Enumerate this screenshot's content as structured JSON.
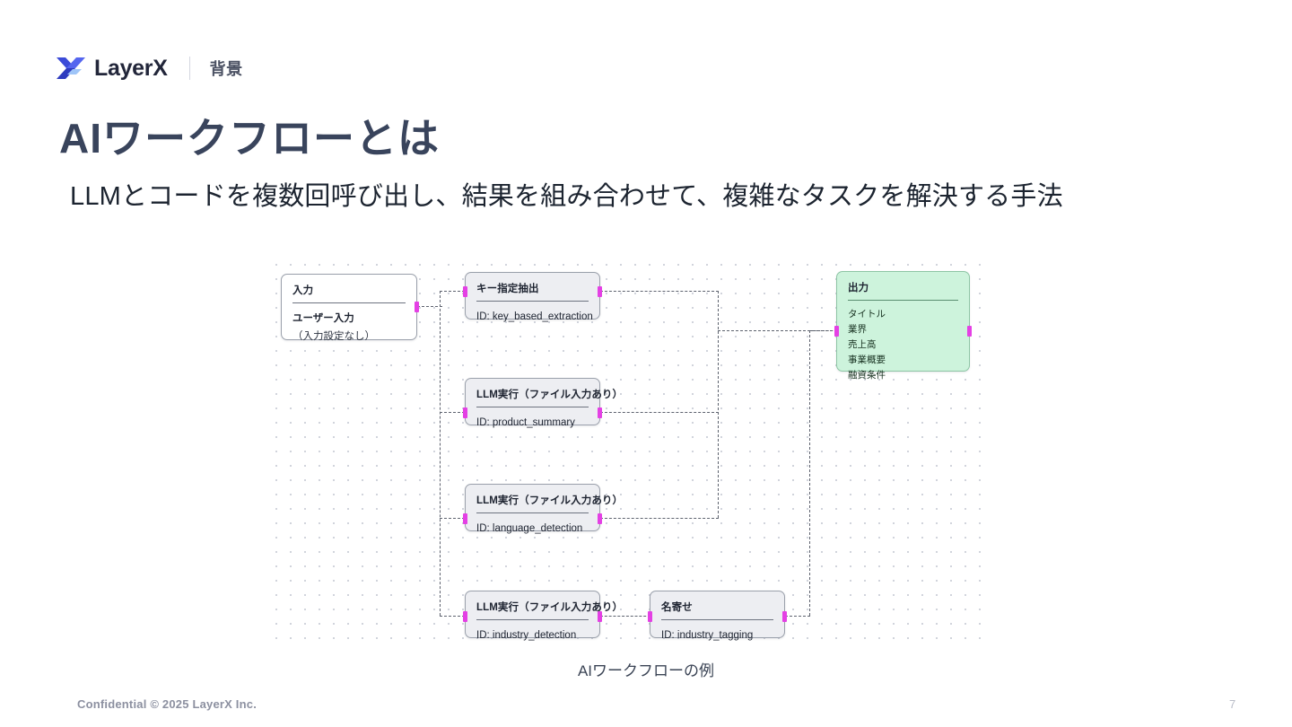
{
  "header": {
    "logo_icon": "layerx-logo-icon",
    "brand": "LayerX",
    "section_label": "背景"
  },
  "slide": {
    "title": "AIワークフローとは",
    "subtitle": "LLMとコードを複数回呼び出し、結果を組み合わせて、複雑なタスクを解決する手法",
    "caption": "AIワークフローの例"
  },
  "diagram": {
    "nodes": [
      {
        "id": "input",
        "title": "入力",
        "line1": "ユーザー入力",
        "line2": "（入力設定なし）"
      },
      {
        "id": "key_based_extraction",
        "title": "キー指定抽出",
        "line1": "ID: key_based_extraction"
      },
      {
        "id": "product_summary",
        "title": "LLM実行（ファイル入力あり）",
        "line1": "ID: product_summary"
      },
      {
        "id": "language_detection",
        "title": "LLM実行（ファイル入力あり）",
        "line1": "ID: language_detection"
      },
      {
        "id": "industry_detection",
        "title": "LLM実行（ファイル入力あり）",
        "line1": "ID: industry_detection"
      },
      {
        "id": "industry_tagging",
        "title": "名寄せ",
        "line1": "ID: industry_tagging"
      },
      {
        "id": "output",
        "title": "出力",
        "items": [
          "タイトル",
          "業界",
          "売上高",
          "事業概要",
          "融資条件"
        ]
      }
    ],
    "colors": {
      "node_fill": "#edeef2",
      "output_fill": "#cdf3dc",
      "port": "#e440e4",
      "edge": "#5d626e"
    }
  },
  "footer": {
    "confidential": "Confidential © 2025 LayerX Inc.",
    "page_number": "7"
  }
}
